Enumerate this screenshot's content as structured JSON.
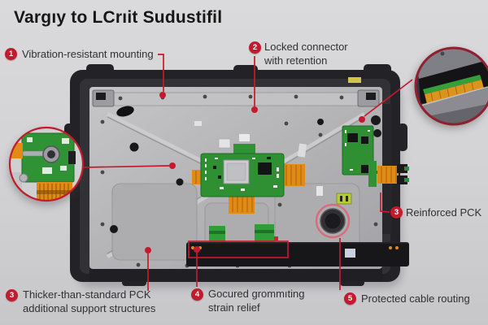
{
  "title": "Vargıy to LCrıit Sudustifil",
  "colors": {
    "accent": "#c41a2e",
    "accent-dark": "#8e2130",
    "text": "#303032",
    "title": "#161616",
    "panel-frame": "#232327",
    "metal": "#b3b3b6",
    "pcb-green": "#2e9033",
    "flex-orange": "#e28a16"
  },
  "annotations": {
    "mounting": {
      "num": "1",
      "label": "Vibration-resistant mounting"
    },
    "connector": {
      "num": "2",
      "line1": "Locked connector",
      "line2": "with retention"
    },
    "reinforced": {
      "num": "3",
      "label": "Reinforced PCK"
    },
    "thicker": {
      "num": "3",
      "line1": "Thicker-than-standard PCK",
      "line2": "additional support structures"
    },
    "grommet": {
      "num": "4",
      "line1": "Gocured grommıting",
      "line2": "strain relief"
    },
    "routing": {
      "num": "5",
      "label": "Protected cable routing"
    }
  }
}
